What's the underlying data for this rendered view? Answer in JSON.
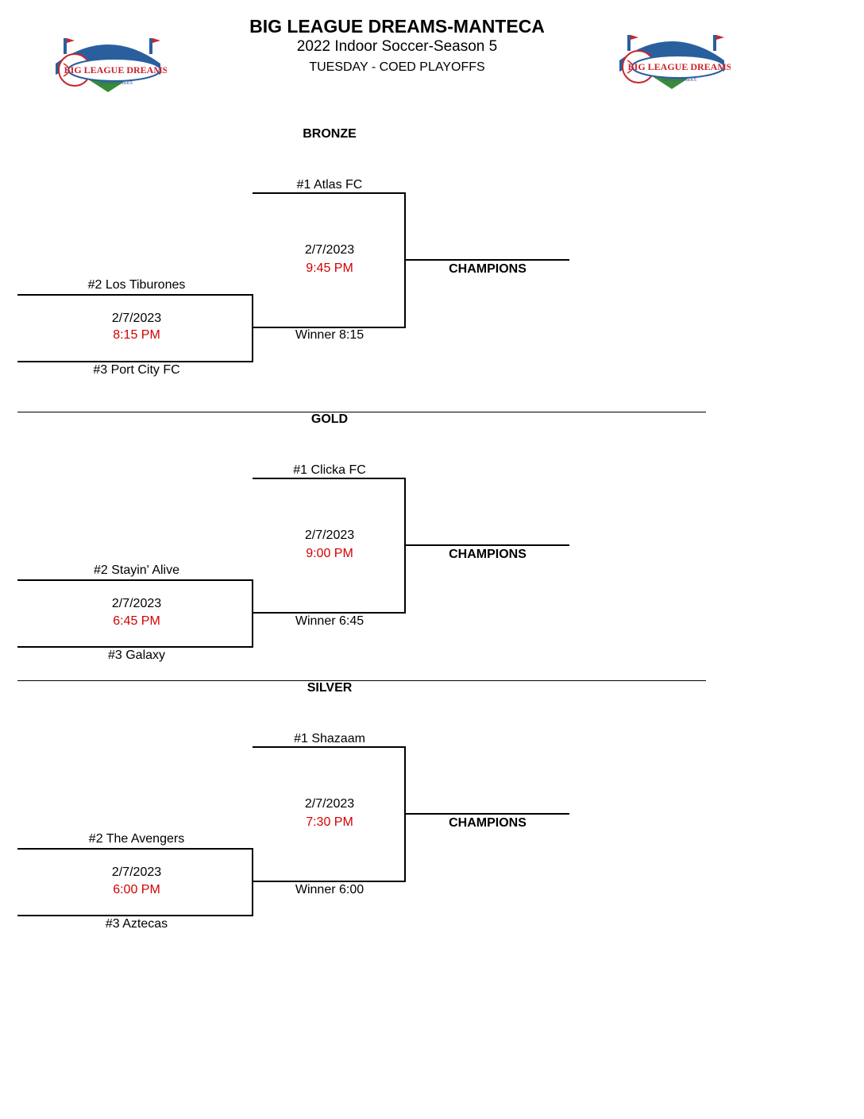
{
  "header": {
    "title": "BIG LEAGUE DREAMS-MANTECA",
    "subtitle": "2022 Indoor Soccer-Season 5",
    "night": "TUESDAY - COED PLAYOFFS",
    "logo_text_1": "BIG LEAGUE DREAMS",
    "logo_text_2": "SPORTS PARKS"
  },
  "brackets": [
    {
      "division": "BRONZE",
      "top_seed": "#1 Atlas FC",
      "seed2": "#2 Los Tiburones",
      "seed3": "#3 Port City FC",
      "semi_date": "2/7/2023",
      "semi_time": "8:15 PM",
      "final_date": "2/7/2023",
      "final_time": "9:45 PM",
      "winner_label": "Winner 8:15",
      "champions": "CHAMPIONS"
    },
    {
      "division": "GOLD",
      "top_seed": "#1 Clicka FC",
      "seed2": "#2 Stayin' Alive",
      "seed3": "#3 Galaxy",
      "semi_date": "2/7/2023",
      "semi_time": "6:45 PM",
      "final_date": "2/7/2023",
      "final_time": "9:00 PM",
      "winner_label": "Winner 6:45",
      "champions": "CHAMPIONS"
    },
    {
      "division": "SILVER",
      "top_seed": "#1 Shazaam",
      "seed2": "#2 The Avengers",
      "seed3": "#3 Aztecas",
      "semi_date": "2/7/2023",
      "semi_time": "6:00 PM",
      "final_date": "2/7/2023",
      "final_time": "7:30 PM",
      "winner_label": "Winner 6:00",
      "champions": "CHAMPIONS"
    }
  ],
  "colors": {
    "time_red": "#d40000",
    "logo_blue": "#2a5f9e",
    "logo_red": "#c8252c",
    "logo_green": "#3a8a3a"
  }
}
